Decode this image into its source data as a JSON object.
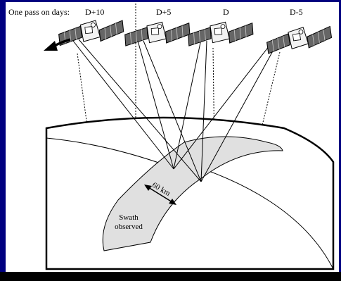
{
  "header": {
    "pass_label": "One pass on days:",
    "passes": [
      "D+10",
      "D+5",
      "D",
      "D-5"
    ]
  },
  "annotations": {
    "swath_width": "60 km",
    "swath_line1": "Swath",
    "swath_line2": "observed"
  },
  "colors": {
    "background": "#000080",
    "panel": "#ffffff",
    "swath": "#e0e0e0",
    "ink": "#000000"
  },
  "icons": {
    "satellite": "satellite-icon",
    "direction": "curved-arrow-icon"
  }
}
